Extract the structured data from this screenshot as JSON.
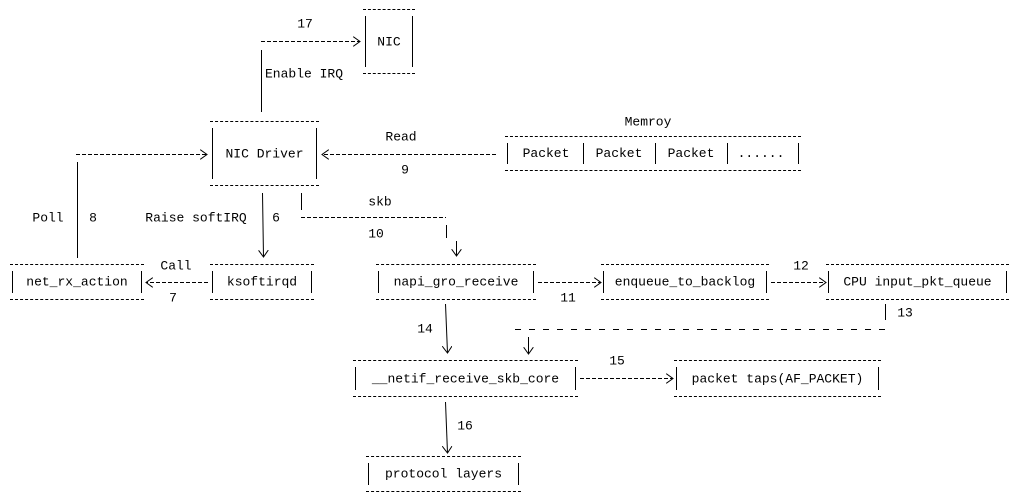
{
  "nodes": {
    "nic": "NIC",
    "nic_driver": "NIC Driver",
    "net_rx_action": "net_rx_action",
    "ksoftirqd": "ksoftirqd",
    "napi_gro_receive": "napi_gro_receive",
    "enqueue_to_backlog": "enqueue_to_backlog",
    "cpu_input_pkt_queue": "CPU input_pkt_queue",
    "netif_receive_skb_core": "__netif_receive_skb_core",
    "packet_taps": "packet taps(AF_PACKET)",
    "protocol_layers": "protocol layers"
  },
  "memory": {
    "title": "Memroy",
    "cells": [
      "Packet",
      "Packet",
      "Packet",
      "......"
    ]
  },
  "edges": {
    "enable_irq": {
      "label": "Enable IRQ",
      "step": "17"
    },
    "read": {
      "label": "Read",
      "step": "9"
    },
    "poll": {
      "label": "Poll",
      "step": "8"
    },
    "raise_softirq": {
      "label": "Raise softIRQ",
      "step": "6"
    },
    "skb": {
      "label": "skb",
      "step": "10"
    },
    "call": {
      "label": "Call",
      "step": "7"
    },
    "to_backlog": {
      "step": "11"
    },
    "to_queue": {
      "step": "12"
    },
    "from_queue": {
      "step": "13"
    },
    "gro_to_core": {
      "step": "14"
    },
    "to_taps": {
      "step": "15"
    },
    "to_protocol": {
      "step": "16"
    }
  }
}
